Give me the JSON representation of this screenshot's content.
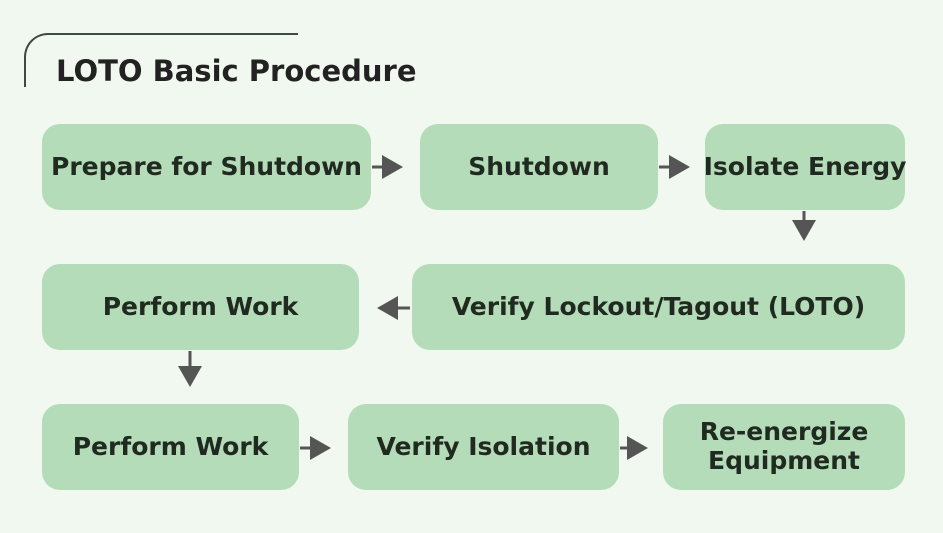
{
  "title": "LOTO Basic Procedure",
  "steps": [
    "Prepare for Shutdown",
    "Shutdown",
    "Isolate Energy",
    "Verify Lockout/Tagout (LOTO)",
    "Perform Work",
    "Perform Work",
    "Verify Isolation",
    "Re-energize Equipment"
  ],
  "colors": {
    "background": "#f1f8ef",
    "box": "#b5dcb8",
    "arrow": "#555555"
  }
}
